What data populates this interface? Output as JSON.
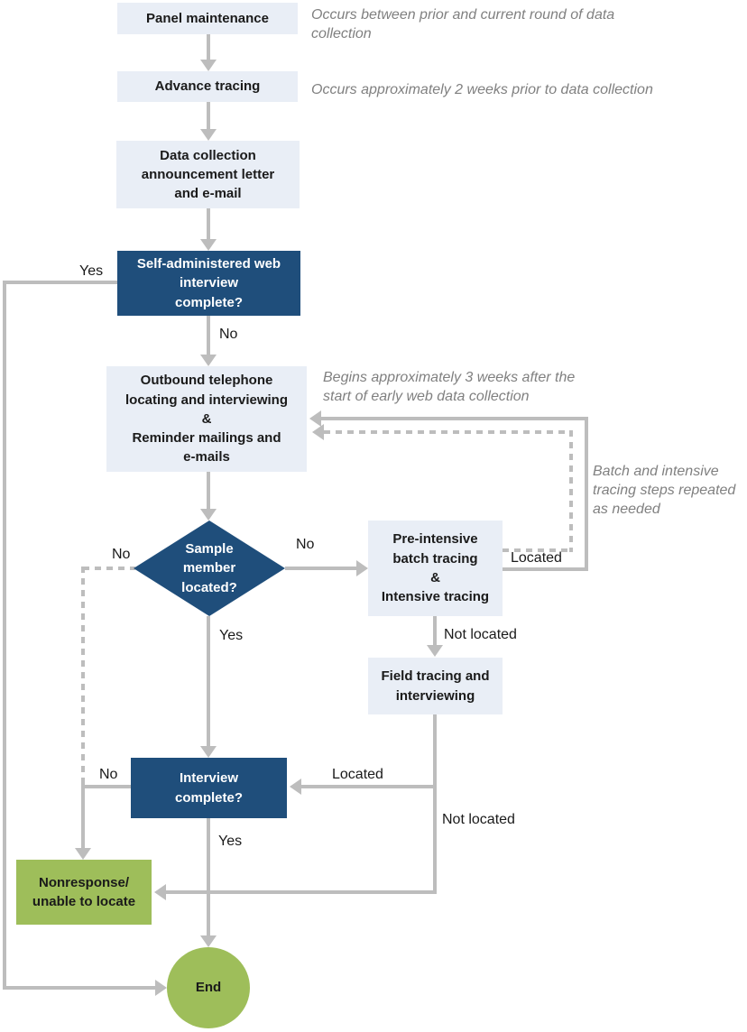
{
  "nodes": {
    "panel": {
      "label": "Panel maintenance"
    },
    "advance": {
      "label": "Advance tracing"
    },
    "announcement": {
      "label": "Data collection\nannouncement letter\nand e-mail"
    },
    "web_interview": {
      "label": "Self-administered web\ninterview\ncomplete?"
    },
    "outbound": {
      "label": "Outbound telephone\nlocating and interviewing\n&\nReminder mailings and\ne-mails"
    },
    "sample_located": {
      "label": "Sample\nmember\nlocated?"
    },
    "batch_tracing": {
      "label": "Pre-intensive\nbatch tracing\n&\nIntensive tracing"
    },
    "field_tracing": {
      "label": "Field tracing and\ninterviewing"
    },
    "interview_complete": {
      "label": "Interview\ncomplete?"
    },
    "nonresponse": {
      "label": "Nonresponse/\nunable to locate"
    },
    "end": {
      "label": "End"
    }
  },
  "edge_labels": {
    "web_yes": "Yes",
    "web_no": "No",
    "diamond_no_left": "No",
    "diamond_no_right": "No",
    "diamond_yes": "Yes",
    "batch_located": "Located",
    "batch_not_located": "Not located",
    "field_located": "Located",
    "field_not_located": "Not located",
    "interview_no": "No",
    "interview_yes": "Yes"
  },
  "notes": {
    "panel_note": "Occurs between prior and current round of data\ncollection",
    "advance_note": "Occurs approximately 2 weeks prior to data collection",
    "outbound_note": "Begins approximately 3 weeks after the\nstart of early web data collection",
    "tracing_note": "Batch and intensive\ntracing steps repeated\nas needed"
  },
  "colors": {
    "process_fill": "#E9EEF6",
    "decision_fill": "#1F4E7B",
    "terminal_fill": "#9EBE5A",
    "line": "#BDBDBD",
    "note_text": "#808080"
  }
}
